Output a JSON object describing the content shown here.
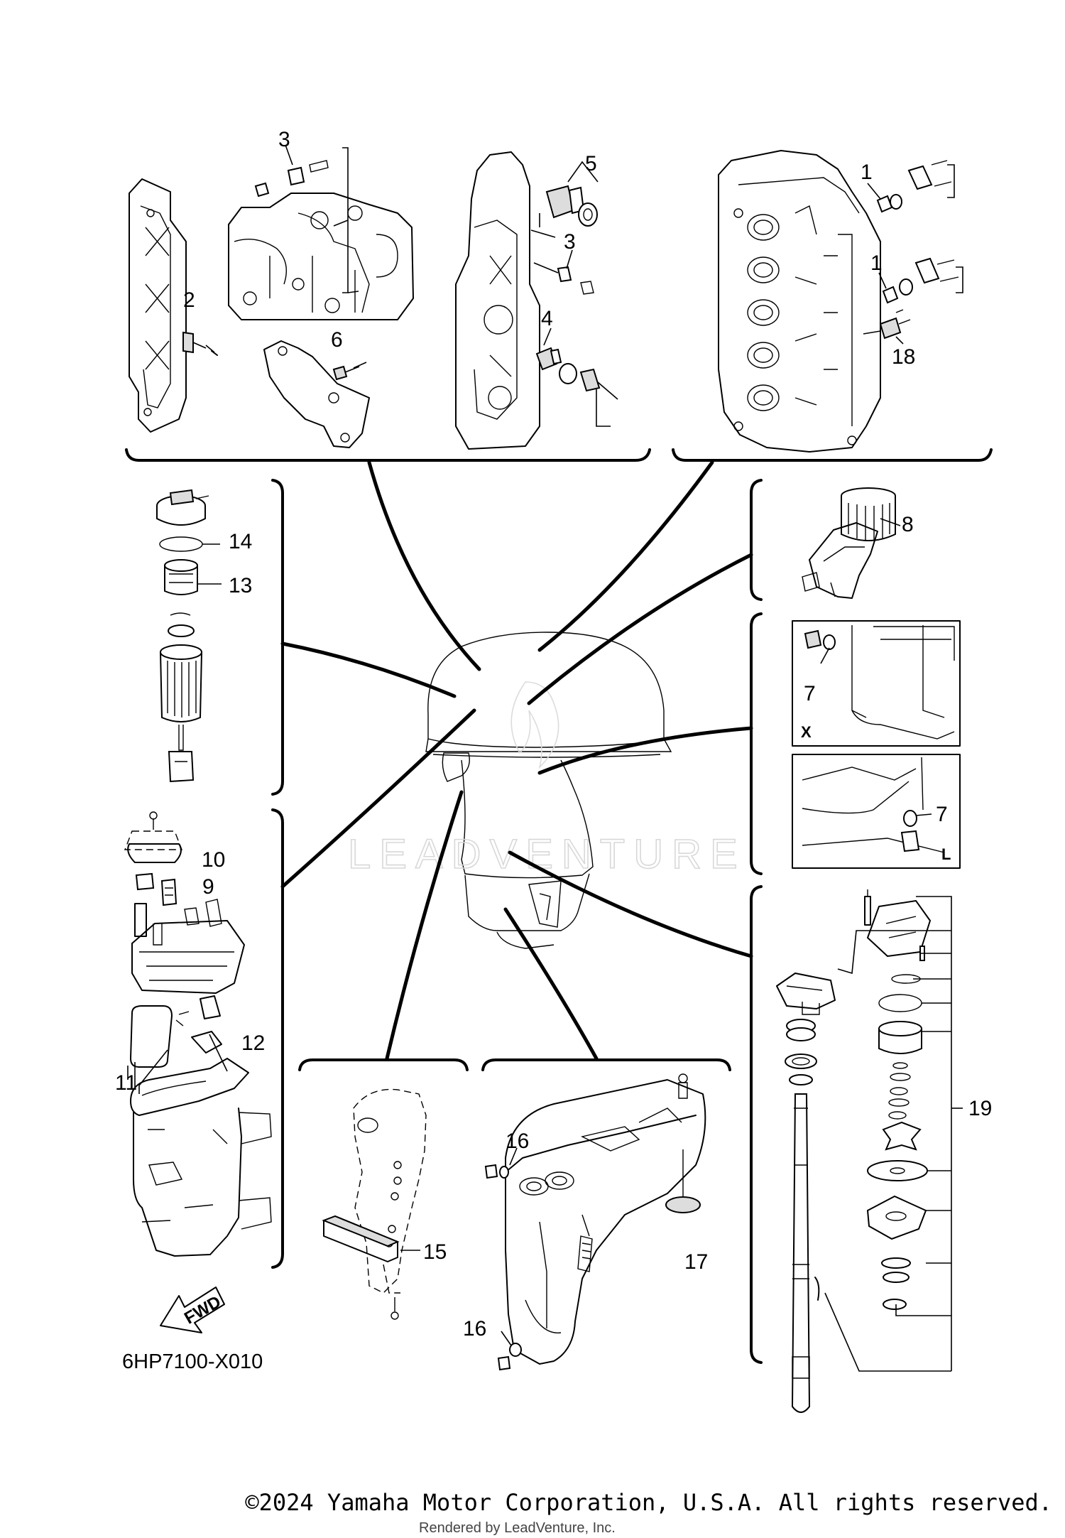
{
  "callouts": {
    "c1a": "1",
    "c1b": "1",
    "c2": "2",
    "c3a": "3",
    "c3b": "3",
    "c4": "4",
    "c5": "5",
    "c6": "6",
    "c7a": "7",
    "c7b": "7",
    "c8": "8",
    "c9": "9",
    "c10": "10",
    "c11": "11",
    "c12": "12",
    "c13": "13",
    "c14": "14",
    "c15": "15",
    "c16a": "16",
    "c16b": "16",
    "c17": "17",
    "c18": "18",
    "c19": "19"
  },
  "view_tags": {
    "x": "X",
    "l": "L"
  },
  "fwd_label": "FWD",
  "diagram_code": "6HP7100-X010",
  "watermark": "LEADVENTURE",
  "copyright": "©2024 Yamaha Motor Corporation, U.S.A. All rights reserved.",
  "rendered_by": "Rendered by LeadVenture, Inc."
}
